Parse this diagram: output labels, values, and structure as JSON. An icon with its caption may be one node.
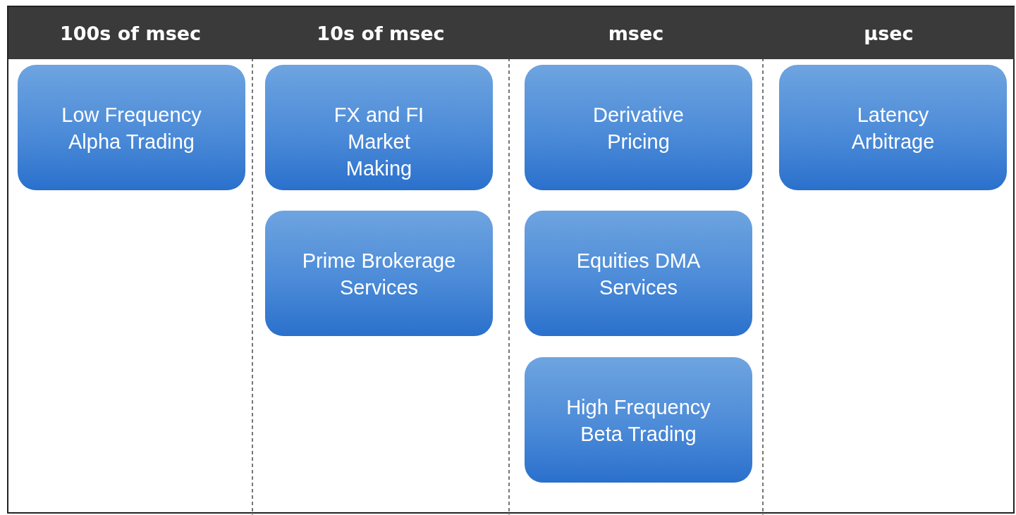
{
  "diagram": {
    "nodes": [
      {
        "text": [
          "100s of msec"
        ]
      },
      {
        "text": [
          "10s of msec"
        ]
      },
      {
        "text": [
          "msec"
        ]
      },
      {
        "text": [
          "µsec"
        ]
      },
      {
        "text": [
          "Low Frequency Alpha Trading"
        ]
      },
      {
        "text": [
          "FX and FI Market Making"
        ]
      },
      {
        "text": [
          "Prime Brokerage Services"
        ]
      },
      {
        "text": [
          "Derivative Pricing"
        ]
      },
      {
        "text": [
          "Equities DMA Services"
        ]
      },
      {
        "text": [
          "High Frequency Beta Trading"
        ]
      },
      {
        "text": [
          "Latency Arbitrage"
        ]
      }
    ],
    "edges": []
  }
}
